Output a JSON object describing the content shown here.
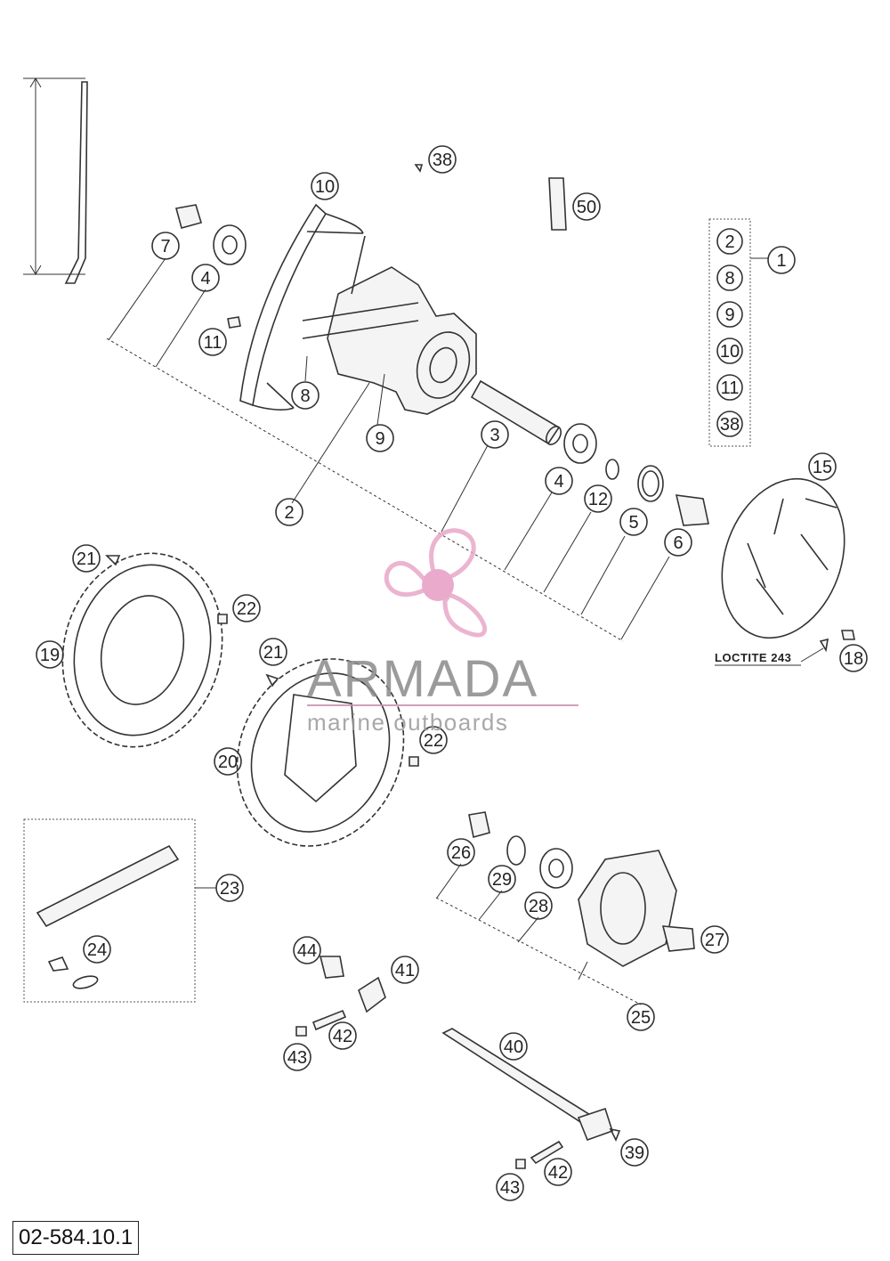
{
  "diagram": {
    "document_number": "02-584.10.1",
    "loctite_note": "LOCTITE 243",
    "kit_label": "1",
    "kit_contents": [
      "2",
      "8",
      "9",
      "10",
      "11",
      "38"
    ],
    "callouts": [
      "38",
      "10",
      "50",
      "7",
      "4",
      "11",
      "8",
      "9",
      "2",
      "3",
      "4",
      "12",
      "5",
      "6",
      "15",
      "21",
      "22",
      "19",
      "21",
      "20",
      "22",
      "18",
      "26",
      "29",
      "28",
      "27",
      "23",
      "24",
      "25",
      "44",
      "41",
      "42",
      "43",
      "40",
      "39",
      "42",
      "43"
    ]
  },
  "watermark": {
    "brand": "ARMADA",
    "tagline": "marine outboards",
    "logo_color": "#e8a8c8",
    "logo_center_color": "#e79cc2"
  },
  "colors": {
    "line": "#333333",
    "background": "#ffffff"
  }
}
